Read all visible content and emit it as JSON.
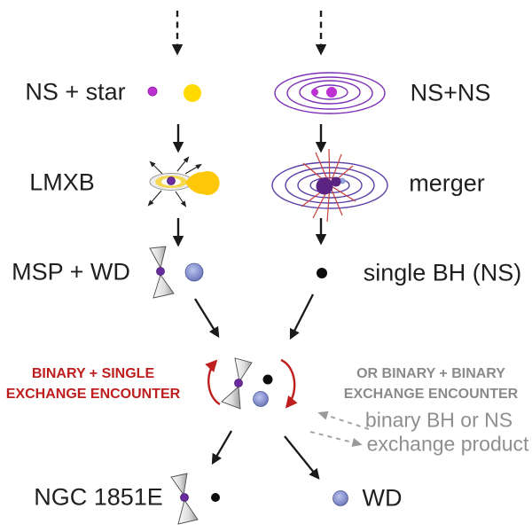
{
  "stages": {
    "ns_star": "NS + star",
    "ns_ns": "NS+NS",
    "lmxb": "LMXB",
    "merger": "merger",
    "msp_wd": "MSP + WD",
    "single_bh": "single BH (NS)",
    "ngc1851e": "NGC 1851E",
    "wd": "WD"
  },
  "encounter": {
    "binary_single_line1": "BINARY + SINGLE",
    "binary_single_line2": "EXCHANGE ENCOUNTER",
    "binary_binary_line1": "OR BINARY + BINARY",
    "binary_binary_line2": "EXCHANGE ENCOUNTER",
    "note_in": "binary BH or NS",
    "note_out": "exchange product"
  },
  "colors": {
    "text_black": "#1f1f1f",
    "accent_red": "#be1e1e",
    "caption_gray": "#8a8a8a",
    "note_gray": "#8f8f8f",
    "orbit_purple": "#7d2fb5",
    "merger_orbit_indigo": "#5b3fa8",
    "neutron_star_magenta": "#bc2fd0",
    "companion_star_yellow": "#ffdb00",
    "roche_lobe_yellow": "#fec808",
    "pulsar_dot_purple": "#6a2ba0",
    "white_dwarf_blue": "#6b74b8",
    "merger_flash_red": "#c4403a"
  },
  "icons": {
    "dashed_down_arrow": "dashed downward flow arrow",
    "down_arrow": "solid downward flow arrow",
    "neutron_star": "small magenta dot",
    "companion_star": "yellow circle",
    "inspiral_orbit": "concentric purple ellipses with two neutron stars",
    "accretion_disk": "gray-yellow disk with purple core and outflow arrows",
    "roche_lobe_star": "yellow teardrop star",
    "merger_burst": "concentric ellipses with dark merged core and red flash lines",
    "pulsar_beams": "two gray emission cones with purple neutron star",
    "white_dwarf": "shaded blue sphere",
    "black_hole": "black dot",
    "exchange_rotation_arrows": "red curved swap arrows",
    "dashed_note_arrows": "gray dashed in/out arrows"
  }
}
